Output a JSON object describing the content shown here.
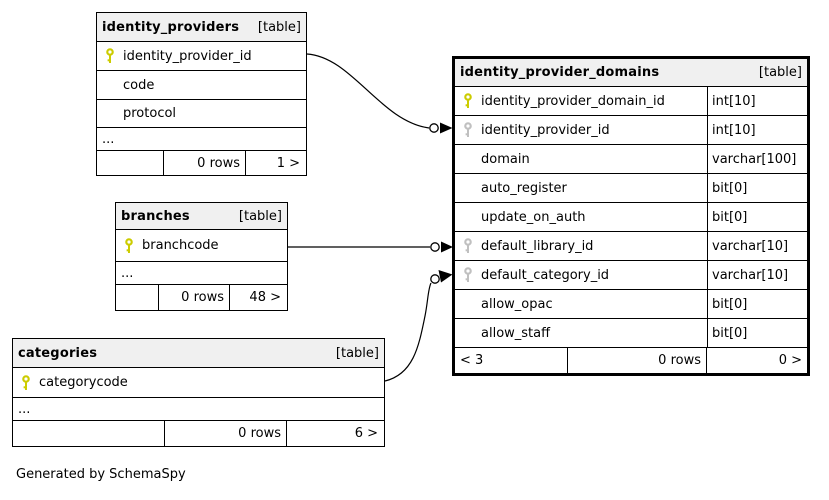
{
  "diagram": {
    "footer_note": "Generated by SchemaSpy"
  },
  "colors": {
    "primary_key": "#cccc00",
    "foreign_key": "#c0c0c0",
    "header_bg": "#f0f0f0",
    "border": "#000000"
  },
  "icons": {
    "primary_key": "yellow-key-icon",
    "foreign_key": "gray-key-icon"
  },
  "tables": {
    "identity_providers": {
      "name": "identity_providers",
      "tag": "[table]",
      "columns": [
        {
          "name": "identity_provider_id",
          "key": "primary"
        },
        {
          "name": "code"
        },
        {
          "name": "protocol"
        },
        {
          "name": "..."
        }
      ],
      "footer": {
        "left": "",
        "rows": "0 rows",
        "pager": "1 >"
      }
    },
    "branches": {
      "name": "branches",
      "tag": "[table]",
      "columns": [
        {
          "name": "branchcode",
          "key": "primary"
        },
        {
          "name": "..."
        }
      ],
      "footer": {
        "left": "",
        "rows": "0 rows",
        "pager": "48 >"
      }
    },
    "categories": {
      "name": "categories",
      "tag": "[table]",
      "columns": [
        {
          "name": "categorycode",
          "key": "primary"
        },
        {
          "name": "..."
        }
      ],
      "footer": {
        "left": "",
        "rows": "0 rows",
        "pager": "6 >"
      }
    },
    "identity_provider_domains": {
      "name": "identity_provider_domains",
      "tag": "[table]",
      "columns": [
        {
          "name": "identity_provider_domain_id",
          "type": "int[10]",
          "key": "primary"
        },
        {
          "name": "identity_provider_id",
          "type": "int[10]",
          "key": "foreign"
        },
        {
          "name": "domain",
          "type": "varchar[100]"
        },
        {
          "name": "auto_register",
          "type": "bit[0]"
        },
        {
          "name": "update_on_auth",
          "type": "bit[0]"
        },
        {
          "name": "default_library_id",
          "type": "varchar[10]",
          "key": "foreign"
        },
        {
          "name": "default_category_id",
          "type": "varchar[10]",
          "key": "foreign"
        },
        {
          "name": "allow_opac",
          "type": "bit[0]"
        },
        {
          "name": "allow_staff",
          "type": "bit[0]"
        }
      ],
      "footer": {
        "left": "< 3",
        "rows": "0 rows",
        "pager": "0 >"
      }
    }
  },
  "relationships": [
    {
      "from": "identity_providers.identity_provider_id",
      "to": "identity_provider_domains.identity_provider_id"
    },
    {
      "from": "branches.branchcode",
      "to": "identity_provider_domains.default_library_id"
    },
    {
      "from": "categories.categorycode",
      "to": "identity_provider_domains.default_category_id"
    }
  ]
}
